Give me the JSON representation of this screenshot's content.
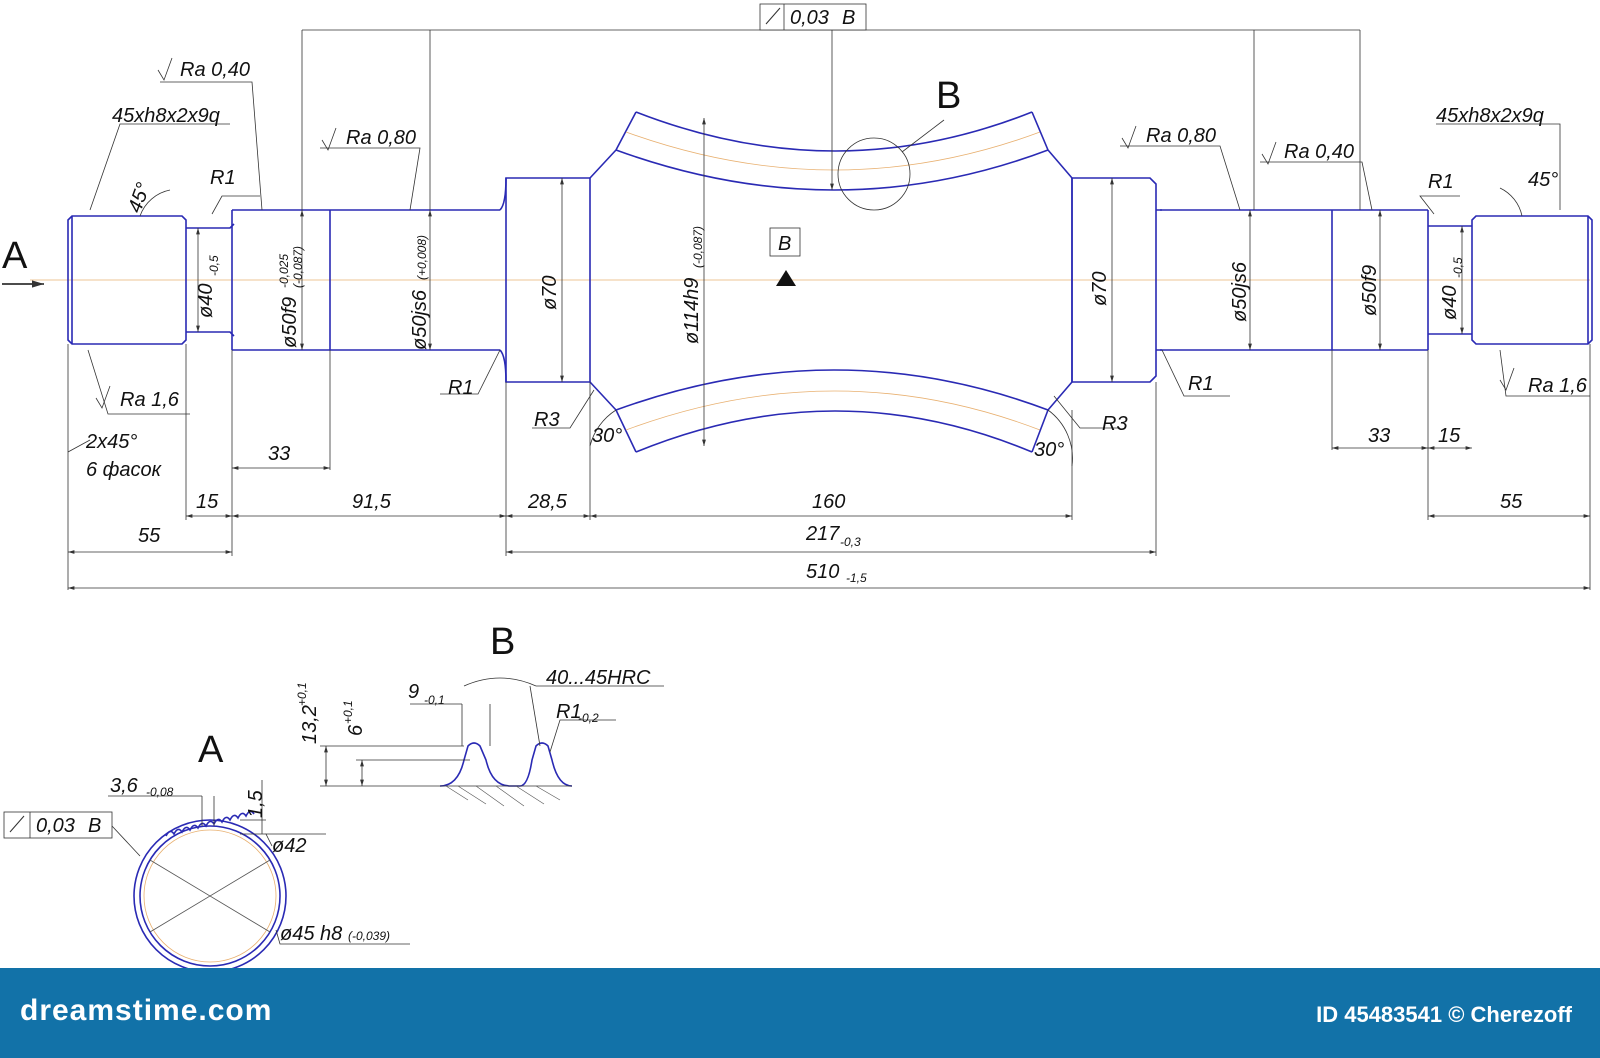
{
  "views": {
    "view_a_arrow": "A",
    "view_b_marker": "B",
    "detail_b_title": "B",
    "section_a_title": "A",
    "datum_b_label": "B"
  },
  "callouts": {
    "runout_top": "0,03",
    "runout_top_datum": "B",
    "runout_section": "0,03",
    "runout_section_datum": "B",
    "spline_left": "45xh8x2x9q",
    "spline_right": "45xh8x2x9q",
    "ra_040_left": "Ra 0,40",
    "ra_080_left": "Ra 0,80",
    "ra_080_right": "Ra 0,80",
    "ra_040_right": "Ra 0,40",
    "ra_16_left": "Ra 1,6",
    "ra_16_right": "Ra 1,6",
    "chamfer_note_1": "2x45°",
    "chamfer_note_2": "6 фасок"
  },
  "labels": {
    "angle_45_left": "45°",
    "angle_45_right": "45°",
    "r1_top_left": "R1",
    "r1_top_right": "R1",
    "r1_mid_left": "R1",
    "r1_mid_right": "R1",
    "r3_left": "R3",
    "r3_right": "R3",
    "angle_30_left": "30°",
    "angle_30_right": "30°"
  },
  "diameters": {
    "d40_left": "ø40",
    "d40_left_tol": "-0,5",
    "d50f9_left": "ø50f9",
    "d50f9_left_tol_up": "-0,025",
    "d50f9_left_tol_low": "(-0,087)",
    "d50js6_left": "ø50js6",
    "d50js6_left_tol": "(+0,008)",
    "d70_left": "ø70",
    "d114": "ø114h9",
    "d114_tol": "(-0,087)",
    "d70_right": "ø70",
    "d50js6_right": "ø50js6",
    "d50f9_right": "ø50f9",
    "d40_right": "ø40",
    "d40_right_tol": "-0,5"
  },
  "dimensions": {
    "len_33_left": "33",
    "len_15_left": "15",
    "len_91_5": "91,5",
    "len_28_5": "28,5",
    "len_160": "160",
    "len_55_left": "55",
    "len_217": "217",
    "len_217_tol": "-0,3",
    "len_510": "510",
    "len_510_tol": "-1,5",
    "len_33_right": "33",
    "len_15_right": "15",
    "len_55_right": "55"
  },
  "detail_b": {
    "height_13_2": "13,2",
    "height_13_2_tol": "+0,1",
    "depth_6": "6",
    "depth_6_tol": "+0,1",
    "width_9": "9",
    "width_9_tol": "-0,1",
    "hardness": "40...45HRC",
    "radius": "R1",
    "radius_tol": "-0,2"
  },
  "section_a": {
    "tooth_width": "3,6",
    "tooth_width_tol": "-0,08",
    "tooth_height": "1,5",
    "d42": "ø42",
    "d45": "ø45 h8",
    "d45_tol": "(-0,039)"
  },
  "footer": {
    "brand": "dreamstime.com",
    "credit": "ID 45483541 © Cherezoff"
  },
  "colors": {
    "outline": "#2a2ab4",
    "dimension": "#333333",
    "axis": "#e8b070",
    "footer_bg": "#1272a8"
  }
}
